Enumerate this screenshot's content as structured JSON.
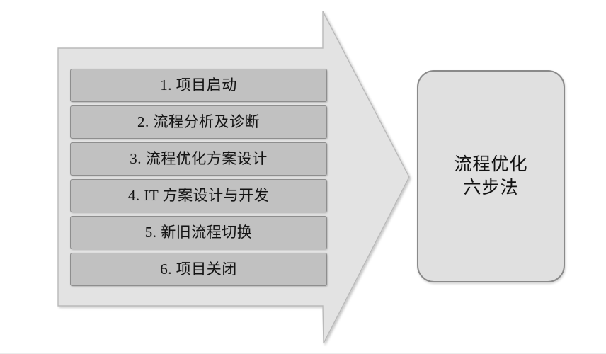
{
  "diagram": {
    "title_hidden": "",
    "arrow": {
      "name": "right-block-arrow",
      "fill": "#e3e3e3",
      "stroke": "#b4b4b4"
    },
    "steps": {
      "box_fill": "#c1c1c1",
      "box_stroke": "#8e8e8e",
      "items": [
        {
          "label": "1. 项目启动"
        },
        {
          "label": "2. 流程分析及诊断"
        },
        {
          "label": "3. 流程优化方案设计"
        },
        {
          "label": "4. IT 方案设计与开发"
        },
        {
          "label": "5. 新旧流程切换"
        },
        {
          "label": "6. 项目关闭"
        }
      ]
    },
    "result": {
      "fill": "#e0e0e0",
      "stroke": "#8a8a8a",
      "lines": [
        "流程优化",
        "六步法"
      ]
    }
  }
}
